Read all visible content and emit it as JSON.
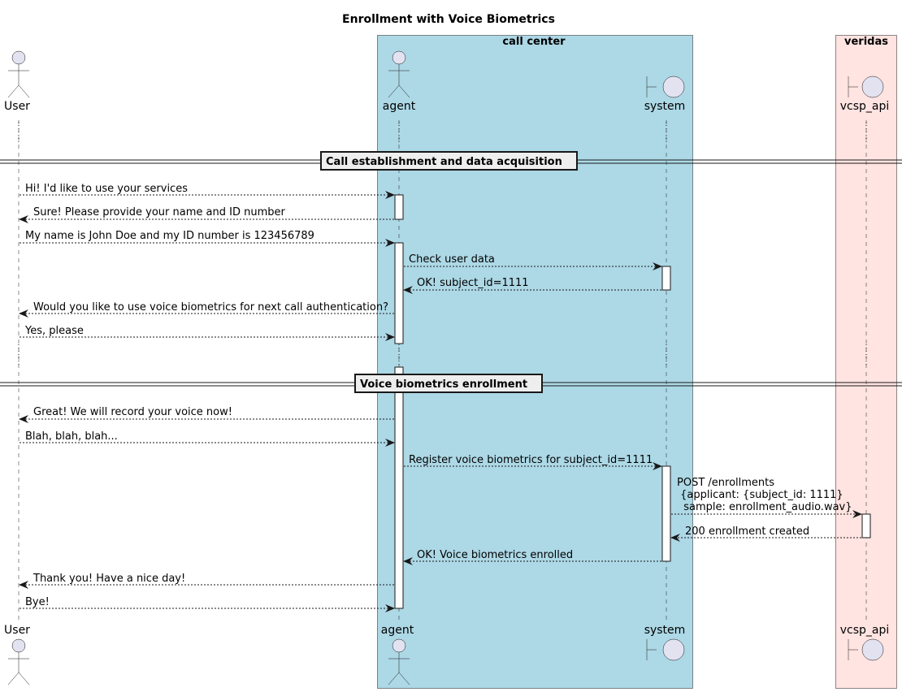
{
  "title": "Enrollment with Voice Biometrics",
  "colors": {
    "call_center_bg": "#ADD8E6",
    "veridas_bg": "#FFE4E1",
    "participant_fill": "#E2E2F0",
    "stroke": "#181818",
    "divider_fill": "#EEEEEE"
  },
  "boxes": [
    {
      "id": "call-center",
      "title": "call center"
    },
    {
      "id": "veridas",
      "title": "veridas"
    }
  ],
  "participants": [
    {
      "id": "user",
      "label": "User",
      "kind": "actor"
    },
    {
      "id": "agent",
      "label": "agent",
      "kind": "actor"
    },
    {
      "id": "system",
      "label": "system",
      "kind": "boundary"
    },
    {
      "id": "vcsp_api",
      "label": "vcsp_api",
      "kind": "boundary"
    }
  ],
  "dividers": [
    {
      "label": "Call establishment and data acquisition"
    },
    {
      "label": "Voice biometrics enrollment"
    }
  ],
  "messages": [
    {
      "from": "user",
      "to": "agent",
      "lines": [
        "Hi! I'd like to use your services"
      ]
    },
    {
      "from": "agent",
      "to": "user",
      "lines": [
        "Sure! Please provide your name and ID number"
      ]
    },
    {
      "from": "user",
      "to": "agent",
      "lines": [
        "My name is John Doe and my ID number is 123456789"
      ]
    },
    {
      "from": "agent",
      "to": "system",
      "lines": [
        "Check user data"
      ]
    },
    {
      "from": "system",
      "to": "agent",
      "lines": [
        "OK! subject_id=1111"
      ]
    },
    {
      "from": "agent",
      "to": "user",
      "lines": [
        "Would you like to use voice biometrics for next call authentication?"
      ]
    },
    {
      "from": "user",
      "to": "agent",
      "lines": [
        "Yes, please"
      ]
    },
    {
      "from": "agent",
      "to": "user",
      "lines": [
        "Great! We will record your voice now!"
      ]
    },
    {
      "from": "user",
      "to": "agent",
      "lines": [
        "Blah, blah, blah..."
      ]
    },
    {
      "from": "agent",
      "to": "system",
      "lines": [
        "Register voice biometrics for subject_id=1111"
      ]
    },
    {
      "from": "system",
      "to": "vcsp_api",
      "lines": [
        "POST /enrollments",
        " {applicant: {subject_id: 1111}",
        "  sample: enrollment_audio.wav}"
      ]
    },
    {
      "from": "vcsp_api",
      "to": "system",
      "lines": [
        "200 enrollment created"
      ]
    },
    {
      "from": "system",
      "to": "agent",
      "lines": [
        "OK! Voice biometrics enrolled"
      ]
    },
    {
      "from": "agent",
      "to": "user",
      "lines": [
        "Thank you! Have a nice day!"
      ]
    },
    {
      "from": "user",
      "to": "agent",
      "lines": [
        "Bye!"
      ]
    }
  ]
}
